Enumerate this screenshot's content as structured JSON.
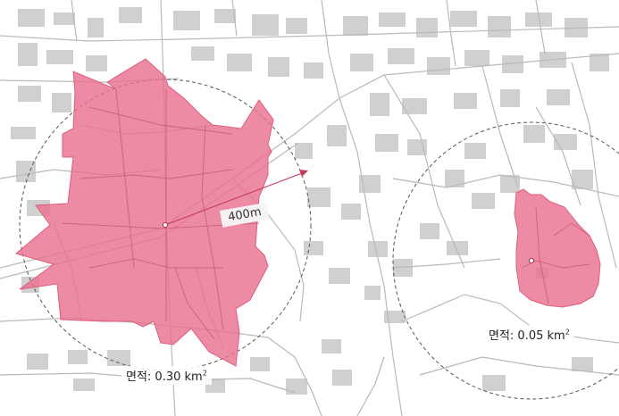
{
  "map": {
    "colors": {
      "background": "#ffffff",
      "street_line": "#b9b9b9",
      "building_fill": "#cfcfcf",
      "catchment_fill": "#e8718f",
      "catchment_stroke": "#e05c7e",
      "radius_circle": "#555555",
      "center_marker": "#ffffff"
    },
    "radius_label": "400m",
    "catchments": [
      {
        "name": "west-catchment",
        "area_prefix": "면적: 0.30 km",
        "area_exponent": "2"
      },
      {
        "name": "east-catchment",
        "area_prefix": "면적: 0.05 km",
        "area_exponent": "2"
      }
    ]
  }
}
